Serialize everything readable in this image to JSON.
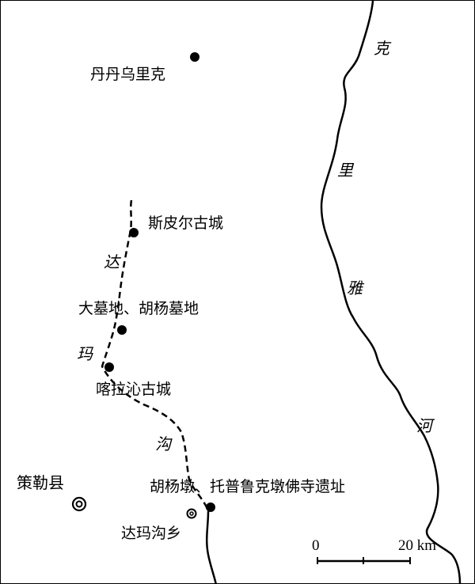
{
  "sites": {
    "dandan_wuliq": "丹丹乌里克",
    "sipil": "斯皮尔古城",
    "damudi": "大墓地、胡杨墓地",
    "kalaqin": "喀拉沁古城",
    "huyangdun": "胡杨墩、托普鲁克墩佛寺遗址",
    "cele": "策勒县",
    "damagou_xiang": "达玛沟乡"
  },
  "river_keriya": [
    "克",
    "里",
    "雅",
    "河"
  ],
  "river_damagou": [
    "达",
    "玛",
    "沟"
  ],
  "scale": {
    "start": "0",
    "end": "20 km"
  }
}
